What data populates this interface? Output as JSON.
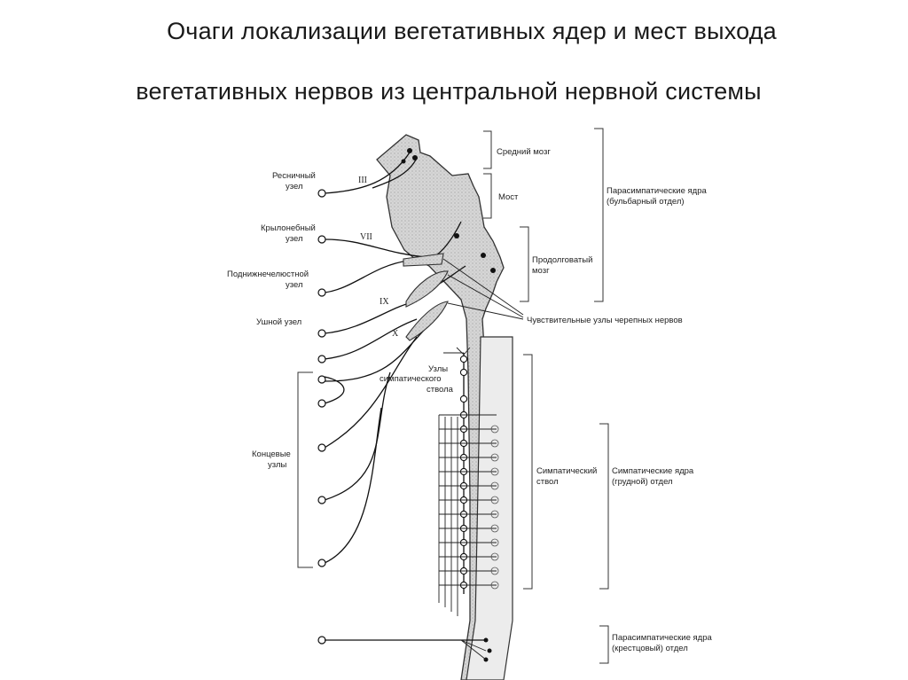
{
  "title": {
    "line1": "Очаги локализации вегетативных ядер и мест выхода",
    "line2": "вегетативных нервов из центральной нервной системы"
  },
  "labels": {
    "ciliary": [
      "Ресничный",
      "узел"
    ],
    "pterygopalatine": [
      "Крылонебный",
      "узел"
    ],
    "submandibular": [
      "Поднижнечелюстной",
      "узел"
    ],
    "otic": "Ушной узел",
    "terminal": [
      "Концевые",
      "узлы"
    ],
    "trunk_nodes": [
      "Узлы",
      "симпатического",
      "ствола"
    ],
    "midbrain": "Средний мозг",
    "pons": "Мост",
    "medulla": [
      "Продолговатый",
      "мозг"
    ],
    "parasym_bulbar": [
      "Парасимпатические ядра",
      "(бульбарный отдел)"
    ],
    "sensory_ganglia": "Чувствительные узлы черепных нервов",
    "sym_trunk": [
      "Симпатический",
      "ствол"
    ],
    "sym_nuclei": [
      "Симпатические ядра",
      "(грудной)  отдел"
    ],
    "parasym_sacral": [
      "Парасимпатические ядра",
      "(крестцовый) отдел"
    ]
  },
  "cranial_nerves": {
    "n3": "III",
    "n7": "VII",
    "n9": "IX",
    "n10": "X"
  }
}
